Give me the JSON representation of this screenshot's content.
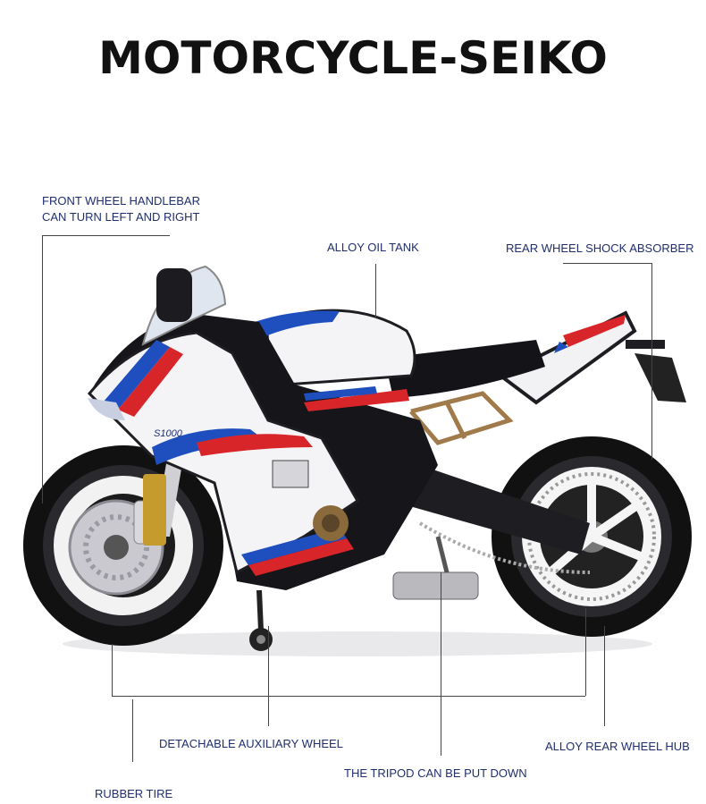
{
  "title": "MOTORCYCLE-SEIKO",
  "labels": {
    "front_wheel": [
      "FRONT WHEEL HANDLEBAR",
      "CAN TURN LEFT AND RIGHT"
    ],
    "oil_tank": "ALLOY OIL TANK",
    "rear_shock": "REAR WHEEL SHOCK ABSORBER",
    "aux_wheel": "DETACHABLE AUXILIARY WHEEL",
    "rear_hub": "ALLOY REAR WHEEL HUB",
    "tripod": "THE TRIPOD CAN BE PUT DOWN",
    "rubber_tire": "RUBBER TIRE"
  },
  "bike_model_text": "S1000",
  "colors": {
    "label_text": "#1f2f6e",
    "title_text": "#111111",
    "accent_blue": "#1f4fbf",
    "accent_red": "#d8252a",
    "body_white": "#f4f4f6",
    "frame_black": "#16161a"
  }
}
